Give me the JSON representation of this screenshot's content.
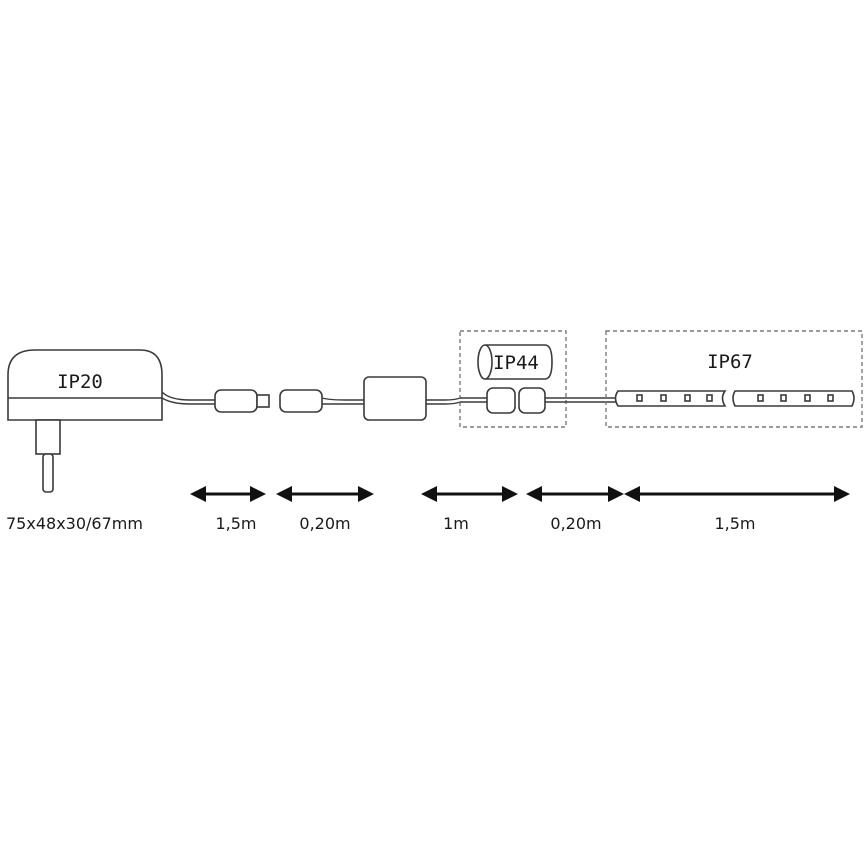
{
  "labels": {
    "adapter_rating": "IP20",
    "connector_rating": "IP44",
    "strip_rating": "IP67",
    "adapter_dimensions": "75x48x30/67mm"
  },
  "dimensions": [
    "1,5m",
    "0,20m",
    "1m",
    "0,20m",
    "1,5m"
  ],
  "colors": {
    "line": "#3a3a3a",
    "arrow": "#111111",
    "dashed_box": "#7a7a7a"
  }
}
